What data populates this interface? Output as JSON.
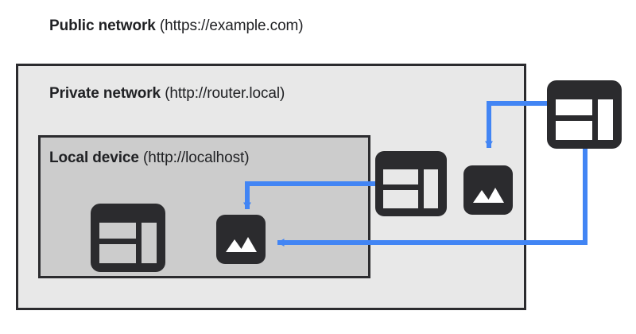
{
  "diagram": {
    "title_public": "Public network (https://example.com)",
    "zones": [
      {
        "id": "public",
        "name_bold": "Public network",
        "name_url": "(https://example.com)",
        "fill": "#ffffff",
        "border": "#2b2b2e"
      },
      {
        "id": "private",
        "name_bold": "Private network",
        "name_url": "(http://router.local)",
        "fill": "#e8e8e8",
        "border": "#2b2b2e"
      },
      {
        "id": "local",
        "name_bold": "Local device",
        "name_url": "(http://localhost)",
        "fill": "#cccccc",
        "border": "#2b2b2e"
      }
    ],
    "nodes": [
      {
        "id": "public-browser",
        "kind": "browser-window",
        "zone": "public",
        "icon_name": "browser-window-icon"
      },
      {
        "id": "private-browser",
        "kind": "browser-window",
        "zone": "private",
        "icon_name": "browser-window-icon"
      },
      {
        "id": "local-browser",
        "kind": "browser-window",
        "zone": "local",
        "icon_name": "browser-window-icon"
      },
      {
        "id": "private-image",
        "kind": "image-resource",
        "zone": "private",
        "icon_name": "image-icon"
      },
      {
        "id": "local-image",
        "kind": "image-resource",
        "zone": "local",
        "icon_name": "image-icon"
      }
    ],
    "connections": [
      {
        "id": "public-to-private-image",
        "from": "public-browser",
        "to": "private-image",
        "color": "#4285f4"
      },
      {
        "id": "public-to-local-image",
        "from": "public-browser",
        "to": "local-image",
        "color": "#4285f4"
      },
      {
        "id": "private-to-local-image",
        "from": "private-browser",
        "to": "local-image",
        "color": "#4285f4"
      }
    ],
    "colors": {
      "accent": "#4285f4",
      "ink": "#2b2b2e",
      "text": "#202124",
      "public_fill": "#ffffff",
      "private_fill": "#e8e8e8",
      "local_fill": "#cccccc"
    }
  }
}
